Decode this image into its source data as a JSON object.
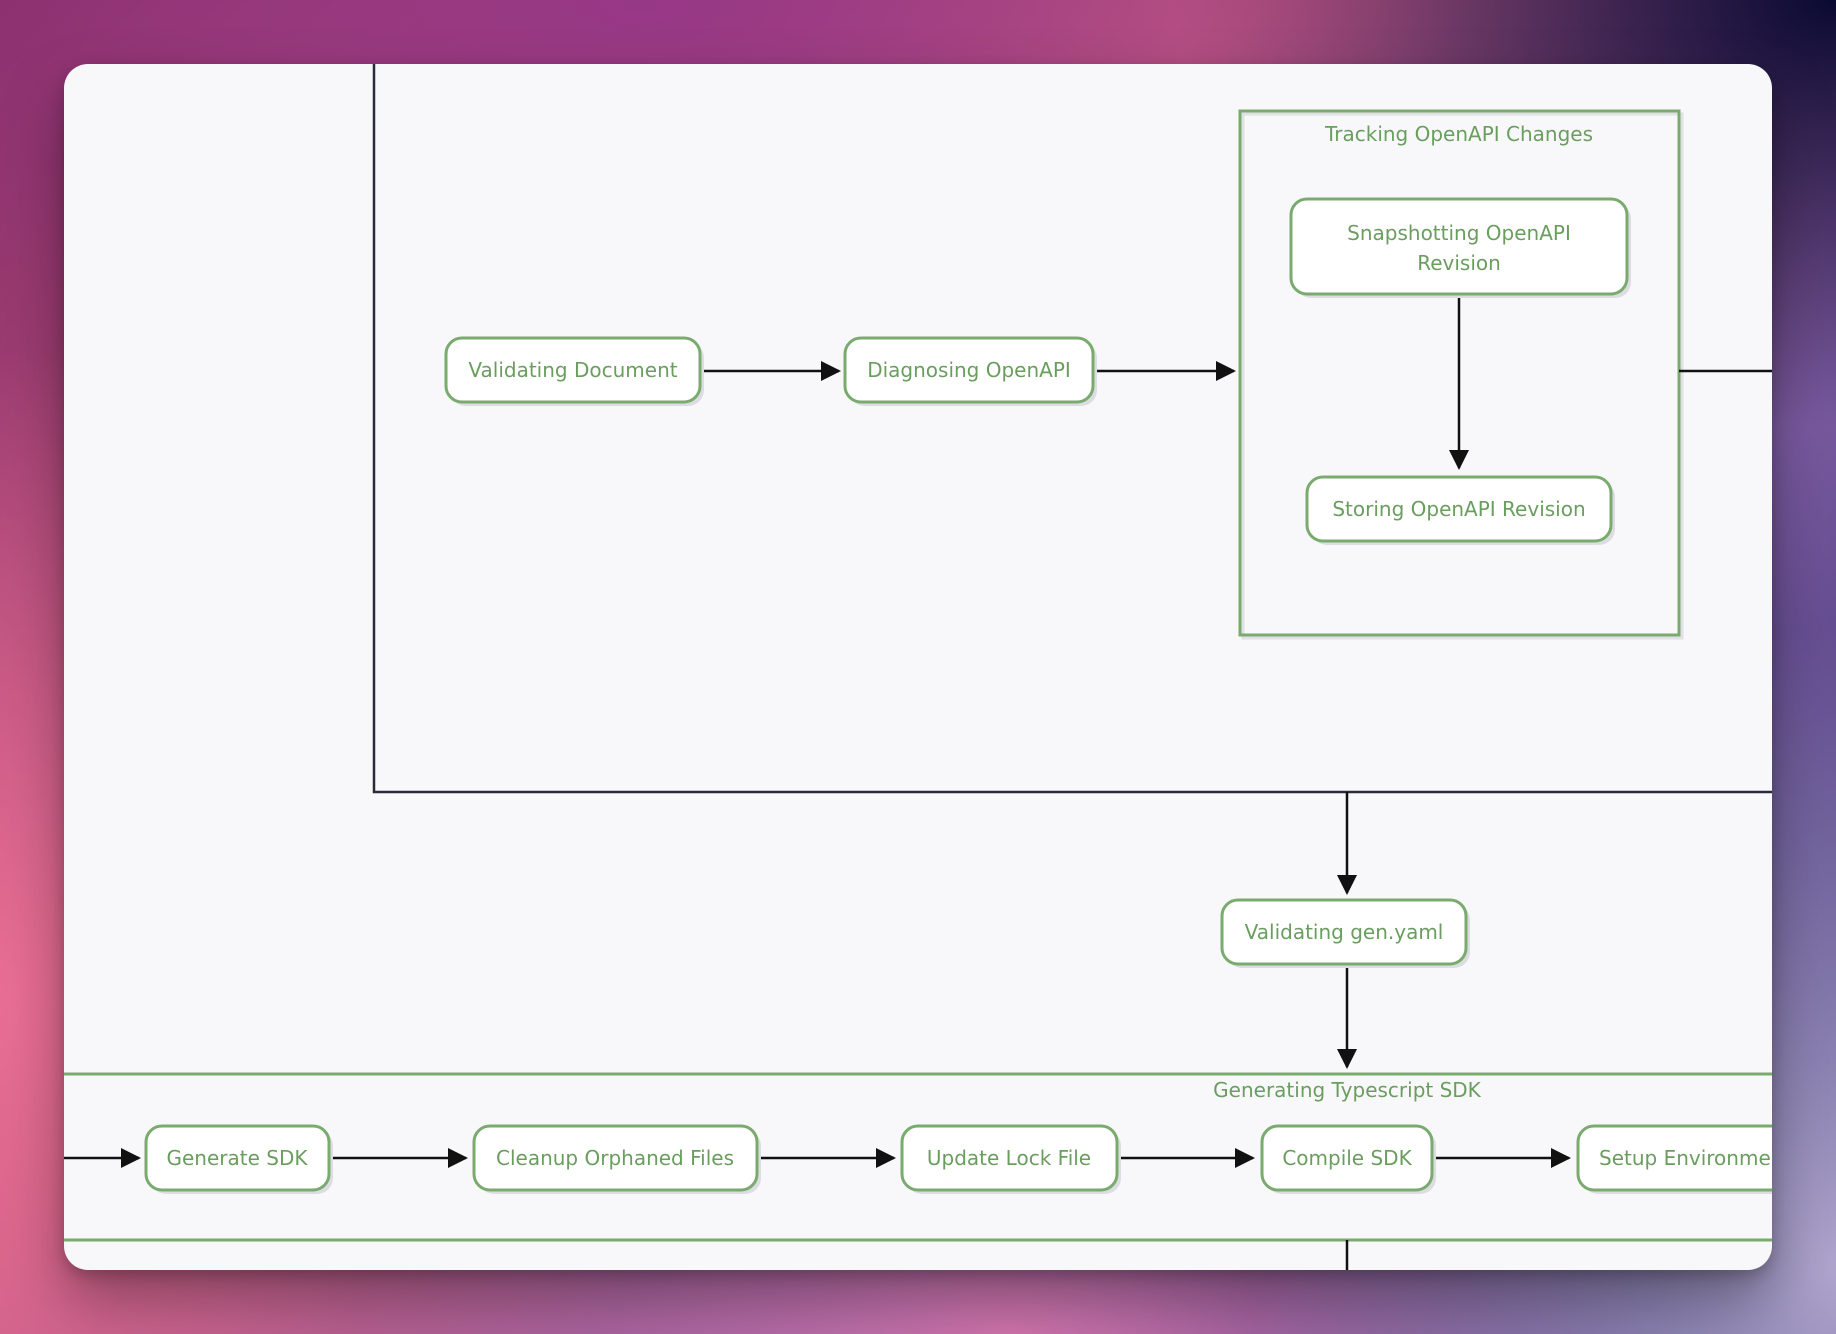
{
  "diagram": {
    "clusters": {
      "tracking": {
        "title": "Tracking OpenAPI Changes"
      },
      "generating": {
        "title": "Generating Typescript SDK"
      }
    },
    "nodes": {
      "validating_document": "Validating Document",
      "diagnosing_openapi": "Diagnosing OpenAPI",
      "snapshotting_line1": "Snapshotting OpenAPI",
      "snapshotting_line2": "Revision",
      "storing_revision": "Storing OpenAPI Revision",
      "validating_gen_yaml": "Validating gen.yaml",
      "generate_sdk": "Generate SDK",
      "cleanup_orphaned": "Cleanup Orphaned Files",
      "update_lock": "Update Lock File",
      "compile_sdk": "Compile SDK",
      "setup_environment": "Setup Environment"
    },
    "edges": [
      {
        "from": "validating_document",
        "to": "diagnosing_openapi"
      },
      {
        "from": "diagnosing_openapi",
        "to": "tracking"
      },
      {
        "from": "snapshotting_revision",
        "to": "storing_revision"
      },
      {
        "from": "outer_group",
        "to": "validating_gen_yaml"
      },
      {
        "from": "validating_gen_yaml",
        "to": "generating"
      },
      {
        "from": "generate_sdk",
        "to": "cleanup_orphaned"
      },
      {
        "from": "cleanup_orphaned",
        "to": "update_lock"
      },
      {
        "from": "update_lock",
        "to": "compile_sdk"
      },
      {
        "from": "compile_sdk",
        "to": "setup_environment"
      }
    ],
    "colors": {
      "node_stroke": "#7aab6e",
      "node_text": "#6a9e5e",
      "edge": "#111111",
      "frame": "#2a2a3a",
      "canvas": "#f8f8fb"
    }
  }
}
